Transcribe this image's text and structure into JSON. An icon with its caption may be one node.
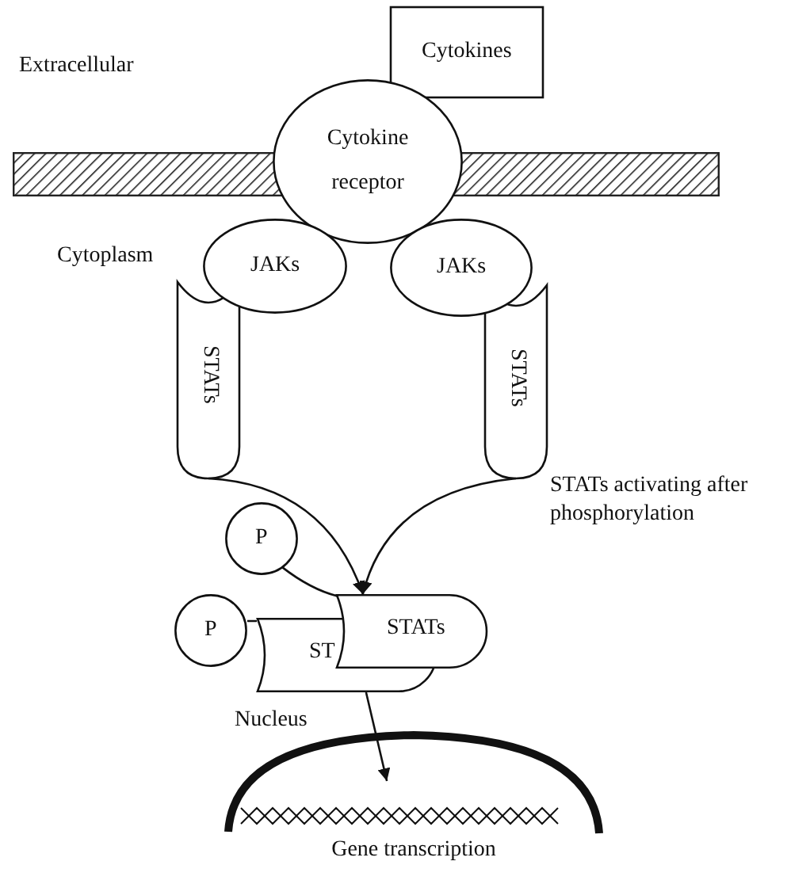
{
  "diagram": {
    "nodes": [
      {
        "text": [
          "Cytokines"
        ]
      },
      {
        "text": [
          "Cytokine receptor"
        ]
      },
      {
        "text": [],
        "shape": "bar"
      },
      {
        "text": [],
        "shape": "bar"
      },
      {
        "text": [
          "JAKs"
        ]
      },
      {
        "text": [
          "JAKs"
        ]
      },
      {
        "text": [
          "STATs"
        ]
      },
      {
        "text": [
          "STATs"
        ]
      },
      {
        "text": [
          "P"
        ]
      },
      {
        "text": [
          "P"
        ]
      },
      {
        "text": [
          "STATs",
          "ST"
        ]
      },
      {
        "text": [
          "Nucleus",
          "Gene transcription"
        ]
      }
    ],
    "edges": [
      {
        "from": 6,
        "to": 10,
        "arrow": "to"
      },
      {
        "from": 7,
        "to": 10,
        "arrow": "to",
        "label": "STATs activating after phosphorylation"
      },
      {
        "from": 8,
        "to": 10,
        "arrow": "none"
      },
      {
        "from": 9,
        "to": 10,
        "arrow": "none"
      },
      {
        "from": 10,
        "to": 11,
        "arrow": "to"
      }
    ],
    "labels": [
      "Extracellular",
      "Cytoplasm"
    ]
  }
}
